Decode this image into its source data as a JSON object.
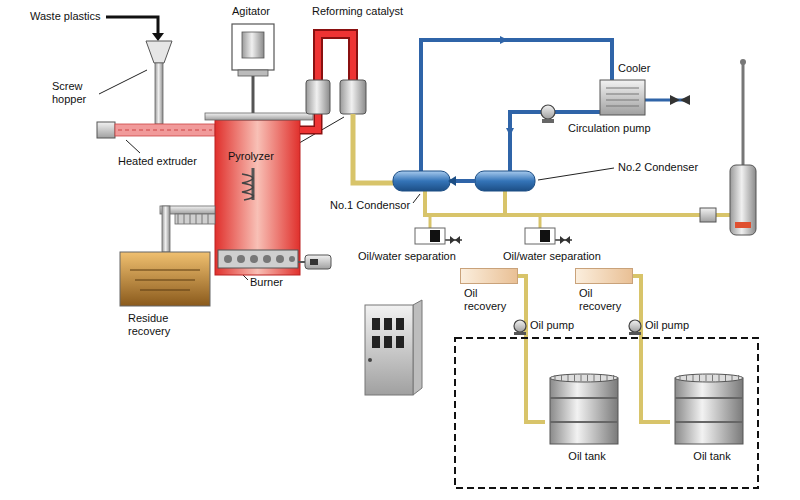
{
  "diagram": {
    "nodes": [
      {
        "text": [
          "Oil recovery"
        ]
      },
      {
        "text": [
          "Oil recovery"
        ]
      },
      {
        "text": [
          "Oil tank"
        ]
      },
      {
        "text": [
          "Oil tank"
        ]
      }
    ],
    "edges": [
      {
        "from": 0,
        "to": 2,
        "arrow": "none"
      },
      {
        "from": 1,
        "to": 3,
        "arrow": "none"
      }
    ],
    "labels": [
      "Waste plastics",
      "Screw hopper",
      "Agitator",
      "Reforming catalyst",
      "Heated extruder",
      "Pyrolyzer",
      "Cooler",
      "Circulation pump",
      "No.2 Condenser",
      "No.1 Condensor",
      "Oil/water separation",
      "Oil/water separation",
      "Residue recovery",
      "Burner",
      "Oil pump",
      "Oil pump"
    ]
  }
}
